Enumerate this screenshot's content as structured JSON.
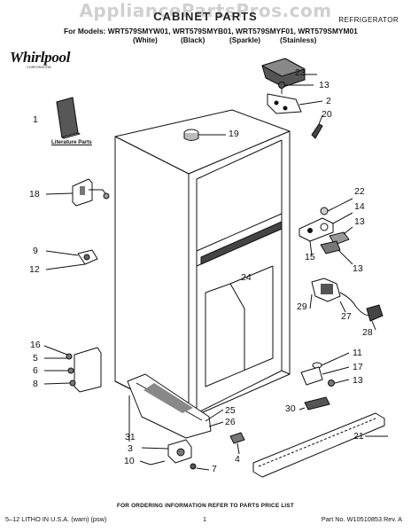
{
  "watermark": "AppliancePartsPros.com",
  "sheet_title": "CABINET PARTS",
  "category": "REFRIGERATOR",
  "models_line": "For Models: WRT579SMYW01, WRT579SMYB01, WRT579SMYF01, WRT579SMYM01",
  "variants": [
    "(White)",
    "(Black)",
    "(Sparkle)",
    "(Stainless)"
  ],
  "brand": {
    "name": "Whirlpool",
    "subtext": "CORPORATION"
  },
  "literature_caption": "Literature Parts",
  "callouts": [
    "23",
    "13",
    "2",
    "20",
    "1",
    "19",
    "18",
    "22",
    "14",
    "13",
    "9",
    "12",
    "15",
    "13",
    "24",
    "29",
    "27",
    "28",
    "16",
    "5",
    "6",
    "8",
    "11",
    "17",
    "13",
    "30",
    "25",
    "26",
    "31",
    "3",
    "10",
    "7",
    "4",
    "21"
  ],
  "order_info": "FOR ORDERING INFORMATION REFER TO PARTS PRICE LIST",
  "footer": {
    "left": "5–12 LITHO IN U.S.A. (wam) (psw)",
    "page": "1",
    "right": "Part No. W10510853 Rev. A"
  }
}
